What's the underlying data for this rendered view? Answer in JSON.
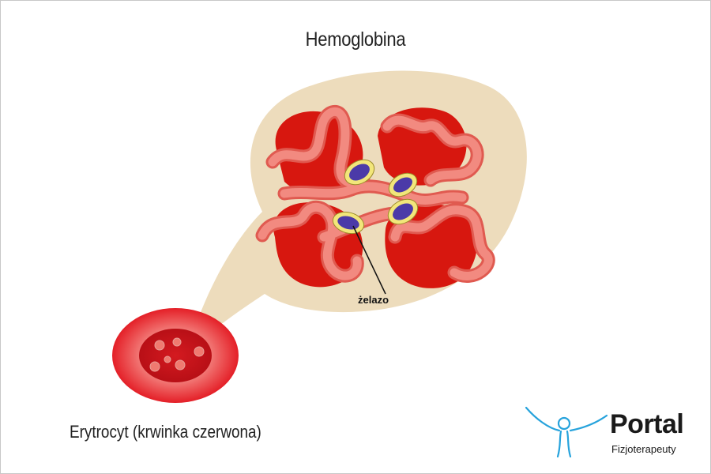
{
  "diagram": {
    "title": "Hemoglobina",
    "iron_label": "żelazo",
    "cell_caption": "Erytrocyt (krwinka czerwona)"
  },
  "logo": {
    "word": "Portal",
    "subtitle": "Fizjoterapeuty"
  },
  "colors": {
    "bubble": "#eddcbc",
    "subunit": "#d7170f",
    "chain": "#f07a70",
    "chain_edge": "#e05a50",
    "heme": "#4b3aa8",
    "heme_ring": "#f2e67a",
    "cell_outer": "#e8242a",
    "cell_inner": "#c7131b",
    "logo_accent": "#27a3dc"
  }
}
